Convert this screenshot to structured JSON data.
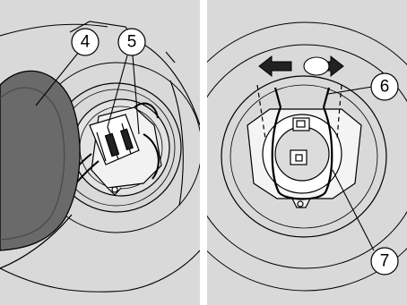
{
  "figure": {
    "left_panel": {
      "callouts": [
        {
          "number": "4",
          "part": "headlight-dust-cover"
        },
        {
          "number": "5",
          "part": "bulb-wiring-connector"
        }
      ]
    },
    "right_panel": {
      "callouts": [
        {
          "number": "6",
          "part": "bulb-retaining-spring"
        },
        {
          "number": "7",
          "part": "headlight-bulb"
        }
      ],
      "arrows": [
        {
          "direction": "left",
          "icon": "arrow-left-icon"
        },
        {
          "direction": "right",
          "icon": "arrow-right-icon"
        }
      ]
    },
    "colors": {
      "background": "#d9d9d9",
      "line": "#000000",
      "dark_cover": "#6a6a6a",
      "white": "#ffffff"
    }
  }
}
